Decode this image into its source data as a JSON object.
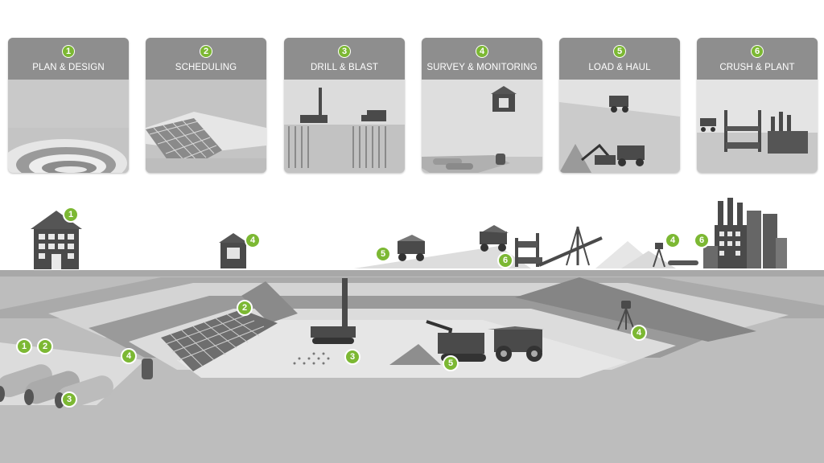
{
  "colors": {
    "green": "#7cb833",
    "header": "#8e8e8e",
    "ground": "#bdbdbd",
    "dark": "#4a4a4a"
  },
  "steps": [
    {
      "num": "1",
      "label": "PLAN & DESIGN"
    },
    {
      "num": "2",
      "label": "SCHEDULING"
    },
    {
      "num": "3",
      "label": "DRILL & BLAST"
    },
    {
      "num": "4",
      "label": "SURVEY & MONITORING"
    },
    {
      "num": "5",
      "label": "LOAD & HAUL"
    },
    {
      "num": "6",
      "label": "CRUSH & PLANT"
    }
  ],
  "scene_badges": [
    {
      "label": "1",
      "object": "office-building"
    },
    {
      "label": "4",
      "object": "survey-hut"
    },
    {
      "label": "5",
      "object": "haul-truck"
    },
    {
      "label": "6",
      "object": "conveyor"
    },
    {
      "label": "4",
      "object": "plant-survey-station"
    },
    {
      "label": "6",
      "object": "processing-plant"
    },
    {
      "label": "2",
      "object": "scheduling-grid"
    },
    {
      "label": "3",
      "object": "drill-rig"
    },
    {
      "label": "5",
      "object": "excavator"
    },
    {
      "label": "4",
      "object": "pit-survey-station"
    },
    {
      "label": "1",
      "object": "underground-plan"
    },
    {
      "label": "2",
      "object": "underground-schedule"
    },
    {
      "label": "4",
      "object": "underground-monitor"
    },
    {
      "label": "3",
      "object": "underground-tunnels"
    }
  ]
}
